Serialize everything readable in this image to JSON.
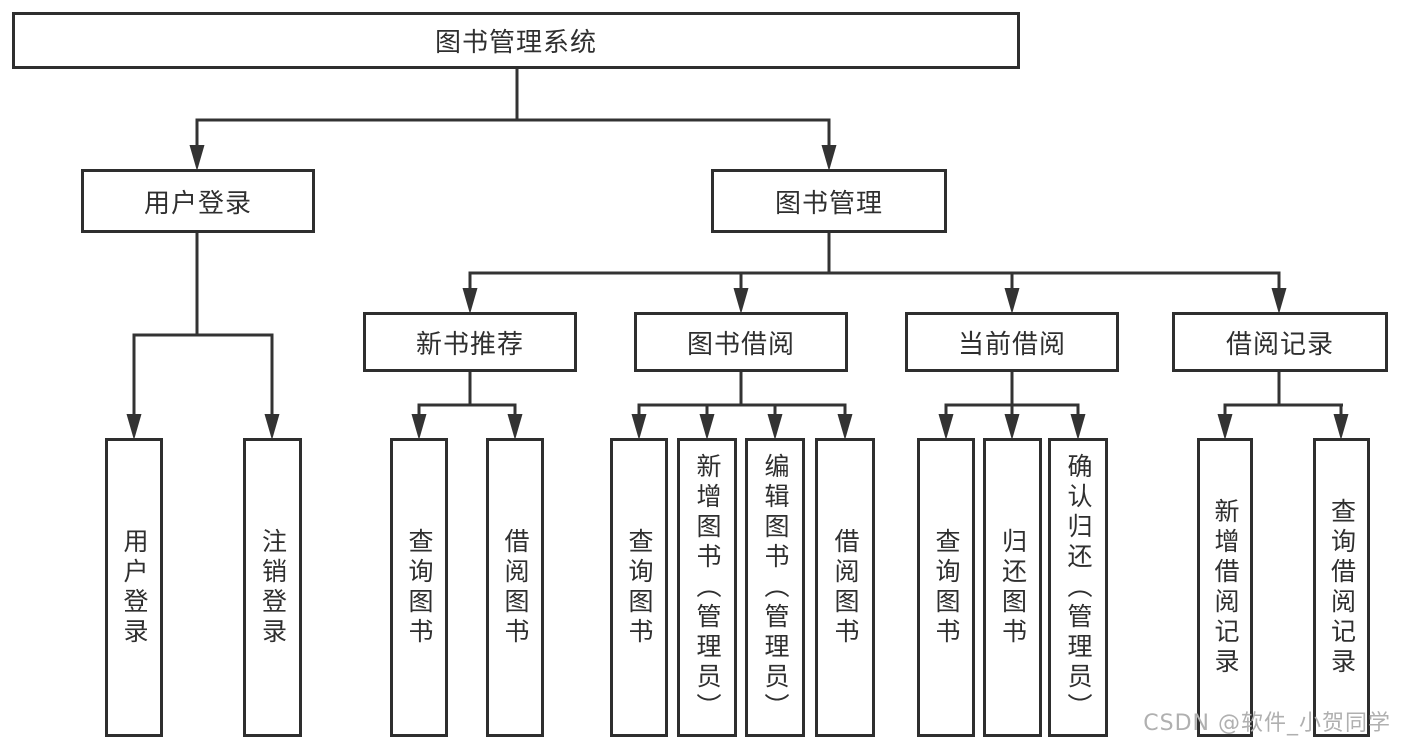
{
  "diagram": {
    "type": "hierarchy-tree",
    "title": "图书管理系统",
    "colors": {
      "line": "#333333",
      "box_border": "#2e2e2e",
      "box_background": "#ffffff",
      "text": "#2f2f2f",
      "watermark": "#b0b0b0"
    },
    "root": {
      "label": "图书管理系统"
    },
    "level2": [
      {
        "label": "用户登录"
      },
      {
        "label": "图书管理"
      }
    ],
    "level3": [
      {
        "label": "新书推荐",
        "parent": "图书管理"
      },
      {
        "label": "图书借阅",
        "parent": "图书管理"
      },
      {
        "label": "当前借阅",
        "parent": "图书管理"
      },
      {
        "label": "借阅记录",
        "parent": "图书管理"
      }
    ],
    "leaves": [
      {
        "label": "用户登录",
        "parent": "用户登录"
      },
      {
        "label": "注销登录",
        "parent": "用户登录"
      },
      {
        "label": "查询图书",
        "parent": "新书推荐"
      },
      {
        "label": "借阅图书",
        "parent": "新书推荐"
      },
      {
        "label": "查询图书",
        "parent": "图书借阅"
      },
      {
        "label": "新增图书（管理员）",
        "parent": "图书借阅"
      },
      {
        "label": "编辑图书（管理员）",
        "parent": "图书借阅"
      },
      {
        "label": "借阅图书",
        "parent": "图书借阅"
      },
      {
        "label": "查询图书",
        "parent": "当前借阅"
      },
      {
        "label": "归还图书",
        "parent": "当前借阅"
      },
      {
        "label": "确认归还（管理员）",
        "parent": "当前借阅"
      },
      {
        "label": "新增借阅记录",
        "parent": "借阅记录"
      },
      {
        "label": "查询借阅记录",
        "parent": "借阅记录"
      }
    ],
    "watermark": {
      "text": "CSDN @软件_小贺同学"
    }
  }
}
